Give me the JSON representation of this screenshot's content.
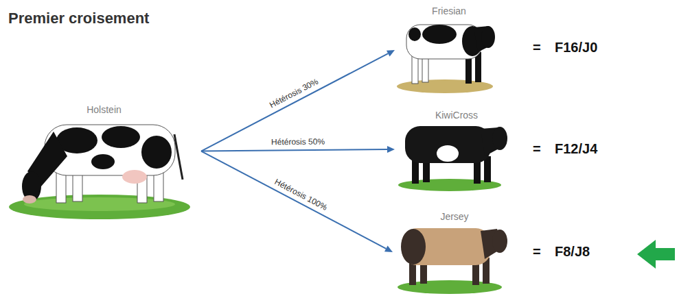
{
  "diagram": {
    "title": "Premier croisement",
    "nodes": [
      {
        "text": [
          "Holstein"
        ]
      },
      {
        "text": [
          "Friesian"
        ]
      },
      {
        "text": [
          "KiwiCross"
        ]
      },
      {
        "text": [
          "Jersey"
        ]
      }
    ],
    "edges": [
      {
        "from": 0,
        "to": 1,
        "label": "Hétérosis 30%",
        "arrow": "to"
      },
      {
        "from": 0,
        "to": 2,
        "label": "Hétérosis 50%",
        "arrow": "to"
      },
      {
        "from": 0,
        "to": 3,
        "label": "Hétérosis 100%",
        "arrow": "to"
      }
    ],
    "labels": [
      "=",
      "F16/J0",
      "=",
      "F12/J4",
      "=",
      "F8/J8"
    ]
  }
}
